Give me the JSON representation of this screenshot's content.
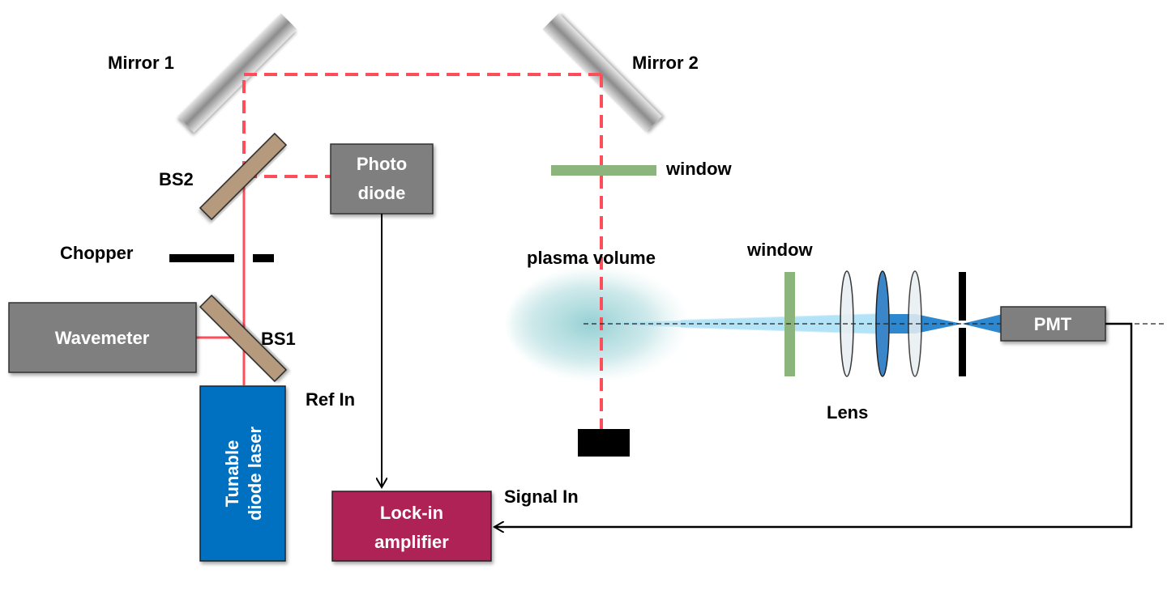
{
  "diagram": {
    "title": "Laser absorption / fluorescence setup with lock-in detection",
    "labels": {
      "mirror1": "Mirror 1",
      "mirror2": "Mirror 2",
      "bs1": "BS1",
      "bs2": "BS2",
      "chopper": "Chopper",
      "window_top": "window",
      "window_side": "window",
      "plasma": "plasma volume",
      "lens": "Lens",
      "ref_in": "Ref In",
      "signal_in": "Signal In"
    },
    "boxes": {
      "photodiode": [
        "Photo",
        "diode"
      ],
      "wavemeter": "Wavemeter",
      "laser": [
        "Tunable",
        "diode laser"
      ],
      "lockin": [
        "Lock-in",
        "amplifier"
      ],
      "pmt": "PMT"
    },
    "colors": {
      "laser_beam": "#ff4d5a",
      "box_gray": "#7f7f7f",
      "laser_blue": "#0070c0",
      "lockin_magenta": "#ae2157",
      "beamsplitter": "#b59a7d",
      "window_green": "#8cb57d",
      "plasma_teal": "#9fd0d3",
      "light_cone": "#9fdcf5",
      "focus_blue": "#2e88d0"
    }
  }
}
